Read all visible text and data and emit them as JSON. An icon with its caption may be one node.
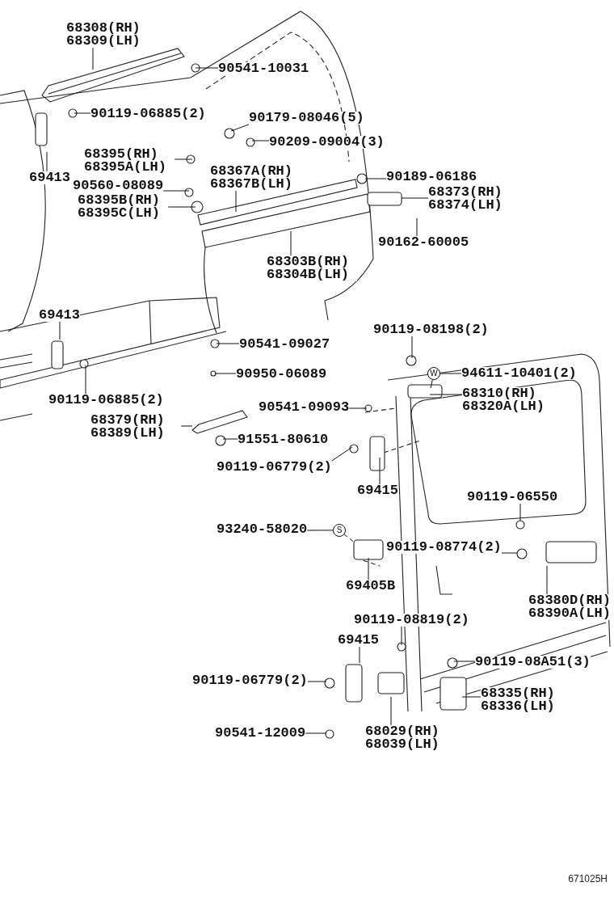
{
  "diagram": {
    "nodes": [
      {
        "text": [
          "68308(RH) 68309(LH)"
        ]
      },
      {
        "text": [
          "90541-10031"
        ]
      },
      {
        "text": [
          "90119-06885(2)"
        ]
      },
      {
        "text": [
          "90179-08046(5)"
        ]
      },
      {
        "text": [
          "90209-09004(3)"
        ]
      },
      {
        "text": [
          "68395(RH) 68395A(LH)"
        ]
      },
      {
        "text": [
          "68367A(RH) 68367B(LH)"
        ]
      },
      {
        "text": [
          "69413"
        ]
      },
      {
        "text": [
          "90560-08089"
        ]
      },
      {
        "text": [
          "90189-06186"
        ]
      },
      {
        "text": [
          "68373(RH) 68374(LH)"
        ]
      },
      {
        "text": [
          "68395B(RH) 68395C(LH)"
        ]
      },
      {
        "text": [
          "90162-60005"
        ]
      },
      {
        "text": [
          "68303B(RH) 68304B(LH)"
        ]
      },
      {
        "text": [
          "69413"
        ]
      },
      {
        "text": [
          "90541-09027"
        ]
      },
      {
        "text": [
          "90119-08198(2)"
        ]
      },
      {
        "text": [
          "90950-06089"
        ]
      },
      {
        "text": [
          "W"
        ]
      },
      {
        "text": [
          "94611-10401(2)"
        ]
      },
      {
        "text": [
          "90119-06885(2)"
        ]
      },
      {
        "text": [
          "90541-09093"
        ]
      },
      {
        "text": [
          "68310(RH) 68320A(LH)"
        ]
      },
      {
        "text": [
          "68379(RH) 68389(LH)"
        ]
      },
      {
        "text": [
          "91551-80610"
        ]
      },
      {
        "text": [
          "90119-06779(2)"
        ]
      },
      {
        "text": [
          "69415"
        ]
      },
      {
        "text": [
          "90119-06550"
        ]
      },
      {
        "text": [
          "93240-58020"
        ]
      },
      {
        "text": [
          "S"
        ]
      },
      {
        "text": [
          "90119-08774(2)"
        ]
      },
      {
        "text": [
          "69405B"
        ]
      },
      {
        "text": [
          "68380D(RH) 68390A(LH)"
        ]
      },
      {
        "text": [
          "90119-08819(2)"
        ]
      },
      {
        "text": [
          "69415"
        ]
      },
      {
        "text": [
          "90119-08A51(3)"
        ]
      },
      {
        "text": [
          "90119-06779(2)"
        ]
      },
      {
        "text": [
          "68335(RH) 68336(LH)"
        ]
      },
      {
        "text": [
          "68029(RH) 68039(LH)"
        ]
      },
      {
        "text": [
          "90541-12009"
        ]
      }
    ],
    "edges": [
      {
        "from": 0,
        "to": null,
        "arrow": "none"
      },
      {
        "from": 1,
        "to": null,
        "arrow": "none"
      },
      {
        "from": 2,
        "to": null,
        "arrow": "none"
      },
      {
        "from": 3,
        "to": null,
        "arrow": "none"
      },
      {
        "from": 4,
        "to": null,
        "arrow": "none"
      },
      {
        "from": 5,
        "to": null,
        "arrow": "none"
      },
      {
        "from": 6,
        "to": null,
        "arrow": "none"
      },
      {
        "from": 7,
        "to": null,
        "arrow": "none"
      },
      {
        "from": 8,
        "to": null,
        "arrow": "none"
      },
      {
        "from": 9,
        "to": null,
        "arrow": "none"
      },
      {
        "from": 10,
        "to": null,
        "arrow": "none"
      },
      {
        "from": 11,
        "to": null,
        "arrow": "none"
      },
      {
        "from": 12,
        "to": null,
        "arrow": "none"
      },
      {
        "from": 13,
        "to": null,
        "arrow": "none"
      },
      {
        "from": 14,
        "to": null,
        "arrow": "none"
      },
      {
        "from": 15,
        "to": null,
        "arrow": "none"
      },
      {
        "from": 16,
        "to": null,
        "arrow": "none"
      },
      {
        "from": 17,
        "to": null,
        "arrow": "none"
      },
      {
        "from": 19,
        "to": 18,
        "arrow": "none"
      },
      {
        "from": 18,
        "to": null,
        "arrow": "none"
      },
      {
        "from": 20,
        "to": null,
        "arrow": "none"
      },
      {
        "from": 21,
        "to": null,
        "arrow": "none"
      },
      {
        "from": 22,
        "to": null,
        "arrow": "none"
      },
      {
        "from": 23,
        "to": null,
        "arrow": "none"
      },
      {
        "from": 24,
        "to": null,
        "arrow": "none"
      },
      {
        "from": 25,
        "to": null,
        "arrow": "none"
      },
      {
        "from": 26,
        "to": null,
        "arrow": "none"
      },
      {
        "from": 27,
        "to": null,
        "arrow": "none"
      },
      {
        "from": 28,
        "to": 29,
        "arrow": "none"
      },
      {
        "from": 29,
        "to": null,
        "arrow": "none",
        "style": "dashed"
      },
      {
        "from": 30,
        "to": null,
        "arrow": "none"
      },
      {
        "from": 31,
        "to": null,
        "arrow": "none"
      },
      {
        "from": 32,
        "to": null,
        "arrow": "none"
      },
      {
        "from": 33,
        "to": null,
        "arrow": "none"
      },
      {
        "from": 34,
        "to": null,
        "arrow": "none"
      },
      {
        "from": 35,
        "to": null,
        "arrow": "none"
      },
      {
        "from": 36,
        "to": null,
        "arrow": "none"
      },
      {
        "from": 37,
        "to": null,
        "arrow": "none"
      },
      {
        "from": 38,
        "to": null,
        "arrow": "none"
      },
      {
        "from": 39,
        "to": null,
        "arrow": "none"
      }
    ],
    "labels": [
      "671025H"
    ]
  }
}
